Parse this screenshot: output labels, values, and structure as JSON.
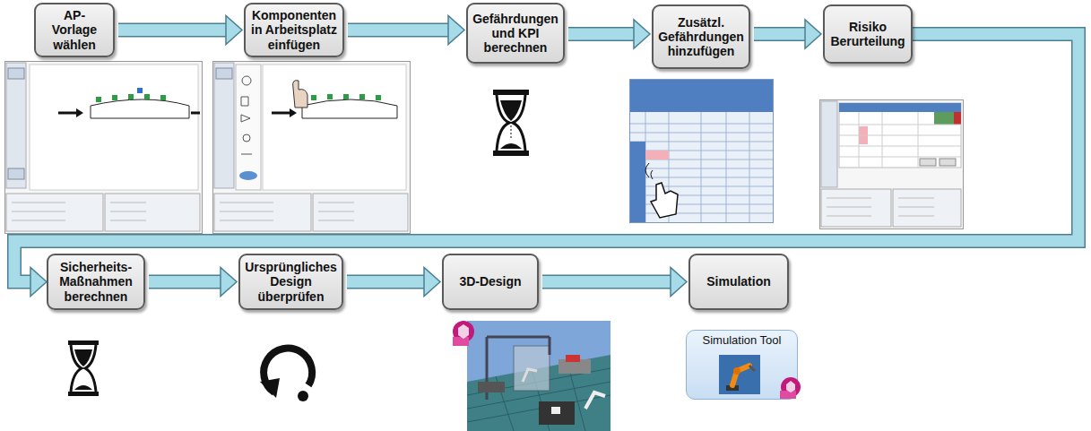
{
  "diagram": {
    "nodes": [
      {
        "text": [
          "AP-Vorlage wählen"
        ]
      },
      {
        "text": [
          "Komponenten in Arbeitsplatz einfügen"
        ]
      },
      {
        "text": [
          "Gefährdungen und KPI berechnen"
        ]
      },
      {
        "text": [
          "Zusätzl. Gefährdungen hinzufügen"
        ]
      },
      {
        "text": [
          "Risiko Berurteilung"
        ]
      },
      {
        "text": [
          "Sicherheits-Maßnahmen berechnen"
        ]
      },
      {
        "text": [
          "Ursprüngliches Design überprüfen"
        ]
      },
      {
        "text": [
          "3D-Design"
        ]
      },
      {
        "text": [
          "Simulation"
        ]
      },
      {
        "text": [
          "Simulation Tool"
        ]
      }
    ],
    "edges": [
      {
        "from": 0,
        "to": 1,
        "arrow": "to"
      },
      {
        "from": 1,
        "to": 2,
        "arrow": "to"
      },
      {
        "from": 2,
        "to": 3,
        "arrow": "to"
      },
      {
        "from": 3,
        "to": 4,
        "arrow": "to"
      },
      {
        "from": 4,
        "to": 5,
        "arrow": "to"
      },
      {
        "from": 5,
        "to": 6,
        "arrow": "to"
      },
      {
        "from": 6,
        "to": 7,
        "arrow": "to"
      },
      {
        "from": 7,
        "to": 8,
        "arrow": "to"
      }
    ]
  }
}
